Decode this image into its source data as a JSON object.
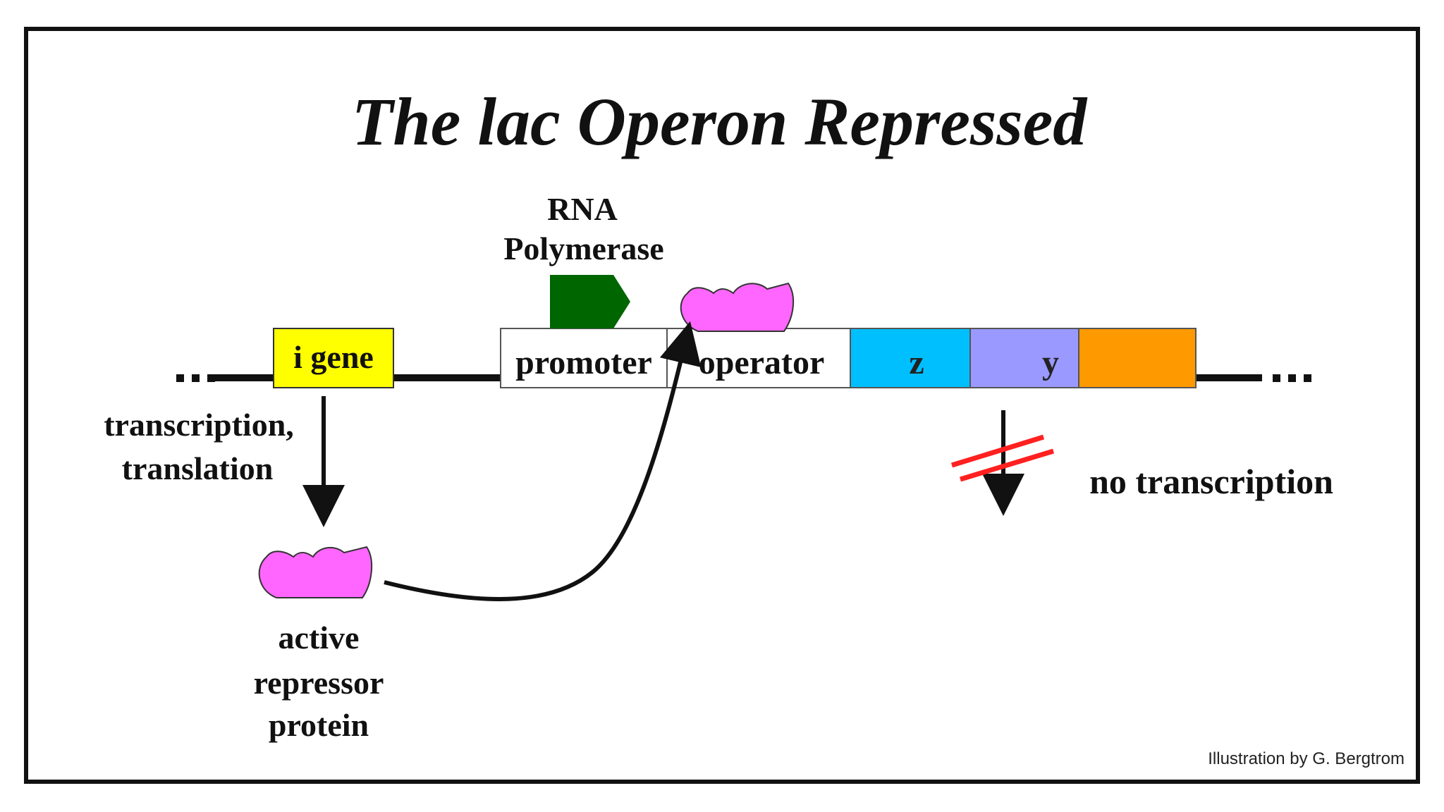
{
  "title": "The lac Operon Repressed",
  "rna_polymerase": {
    "line1": "RNA",
    "line2": "Polymerase"
  },
  "segments": {
    "i_gene": "i gene",
    "promoter": "promoter",
    "operator": "operator",
    "z": "z",
    "y": "y"
  },
  "process": {
    "line1": "transcription,",
    "line2": "translation"
  },
  "repressor": {
    "line1": "active",
    "line2": "repressor",
    "line3": "protein"
  },
  "no_transcription": "no transcription",
  "credit": "Illustration by G. Bergtrom",
  "colors": {
    "i_gene": "#ffff00",
    "promoter": "#ffffff",
    "operator": "#ffffff",
    "z_gene": "#00bfff",
    "y_gene": "#9999ff",
    "a_gene": "#ff9900",
    "rna_polymerase": "#006600",
    "repressor": "#ff66ff",
    "block_mark": "#ff2020",
    "dna": "#111111"
  }
}
